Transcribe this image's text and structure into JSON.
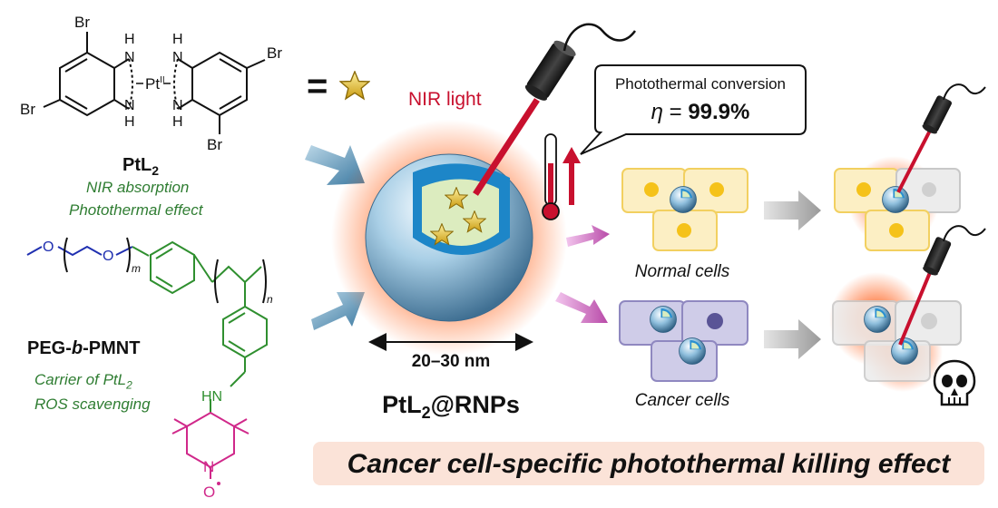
{
  "ptl2": {
    "br_label": "Br",
    "nh_label": "H",
    "n_label": "N",
    "pt_label": "Pt",
    "pt_ox": "II",
    "name": "PtL",
    "name_sub": "2",
    "prop1": "NIR absorption",
    "prop2": "Photothermal effect"
  },
  "equals": "=",
  "polymer": {
    "o_label": "O",
    "sub_m": "m",
    "sub_n": "n",
    "hn_label": "HN",
    "n_label": "N",
    "o_radical": "O",
    "name_prefix": "PEG-",
    "name_b": "b",
    "name_suffix": "-PMNT",
    "prop1_text": "Carrier of PtL",
    "prop1_sub": "2",
    "prop2": "ROS scavenging"
  },
  "particle": {
    "size_label": "20–30 nm",
    "name_prefix": "PtL",
    "name_sub": "2",
    "name_suffix": "@RNPs"
  },
  "laser": {
    "label": "NIR light"
  },
  "callout": {
    "title": "Photothermal conversion",
    "eta_symbol": "η",
    "eta_eq": " = ",
    "eta_value": "99.9%"
  },
  "cells": {
    "normal_label": "Normal cells",
    "cancer_label": "Cancer cells"
  },
  "banner": {
    "text": "Cancer cell-specific photothermal killing effect"
  },
  "colors": {
    "peg_blue": "#1f2fb0",
    "pmnt_green": "#2f8f2f",
    "tempo_magenta": "#d0288a",
    "laser_red": "#c8102e",
    "normal_cell_fill": "#fcefc4",
    "normal_cell_stroke": "#f2d060",
    "cancer_cell_fill": "#cfcce8",
    "cancer_cell_stroke": "#8f88c0",
    "banner_fill": "#fbe3d8"
  }
}
